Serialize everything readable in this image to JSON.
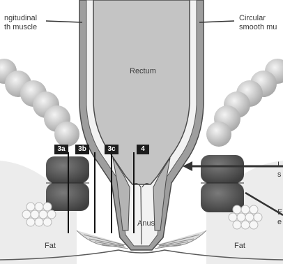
{
  "labels": {
    "longitudinal_line1": "ngitudinal",
    "longitudinal_line2": "th muscle",
    "circular_line1": "Circular",
    "circular_line2": "smooth mu",
    "rectum": "Rectum",
    "anus": "Anus",
    "fat_left": "Fat",
    "fat_right": "Fat",
    "right_edge_top_1": "I",
    "right_edge_top_2": "s",
    "right_edge_bottom_1": "E",
    "right_edge_bottom_2": "e"
  },
  "grades": [
    "3a",
    "3b",
    "3c",
    "4"
  ],
  "colors": {
    "mucosa": "#c4c4c4",
    "muscle_band": "#9e9e9e",
    "sphincter_dark": "#555555",
    "fat_lobule": "#d6d6d6",
    "outline": "#4a4a4a",
    "tag_bg": "#1c1c1c"
  }
}
